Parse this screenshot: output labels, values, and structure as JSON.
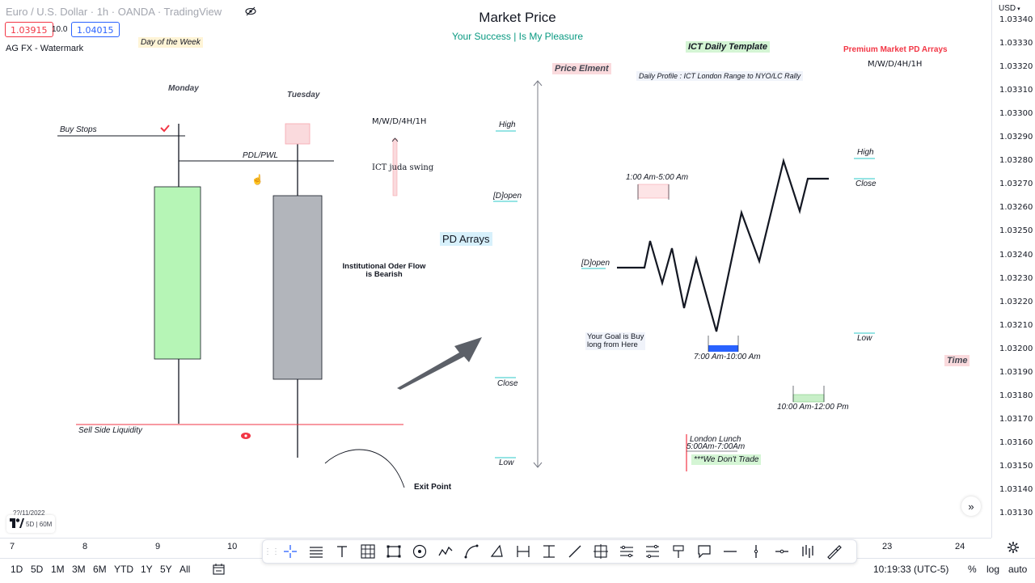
{
  "header": {
    "symbol": "Euro / U.S. Dollar · 1h · OANDA · TradingView",
    "bid": "1.03915",
    "spread": "10.0",
    "ask": "1.04015",
    "watermark": "AG FX - Watermark",
    "title": "Market Price",
    "subtitle": "Your Success | Is My Pleasure"
  },
  "annotations": {
    "day_of_week": "Day of the Week",
    "monday": "Monday",
    "tuesday": "Tuesday",
    "buy_stops": "Buy Stops",
    "pdl_pwl": "PDL/PWL",
    "mwd_left": "M/W/D/4H/1H",
    "juda_swing": "ICT juda swing",
    "iof": "Institutional Oder Flow\nis Bearish",
    "sell_side": "Sell Side Liquidity",
    "exit_point": "Exit Point",
    "pd_arrays": "PD Arrays",
    "price_element": "Price Elment",
    "high_left": "High",
    "dopen_left": "[D]open",
    "close_left": "Close",
    "low_left": "Low",
    "ict_daily": "ICT Daily Template",
    "daily_profile": "Daily Profile : ICT London Range  to NYO/LC Rally",
    "premium": "Premium Market PD Arrays",
    "mwd_right": "M/W/D/4H/1H",
    "high_right": "High",
    "close_right": "Close",
    "low_right": "Low",
    "time": "Time",
    "session_1": "1:00 Am-5:00 Am",
    "dopen_right": "[D]open",
    "goal": "Your Goal is Buy\nlong from Here",
    "session_2": "7:00 Am-10:00 Am",
    "session_3": "10:00 Am-12:00 Pm",
    "london_lunch": "London Lunch",
    "lunch_time": "5:00Am-7:00Am",
    "no_trade": "***We Don't Trade",
    "date_partial": "??/11/2022",
    "tv_interval": "5D | 60M"
  },
  "price_axis": {
    "currency": "USD",
    "ticks": [
      "1.03340",
      "1.03330",
      "1.03320",
      "1.03310",
      "1.03300",
      "1.03290",
      "1.03280",
      "1.03270",
      "1.03260",
      "1.03250",
      "1.03240",
      "1.03230",
      "1.03220",
      "1.03210",
      "1.03200",
      "1.03190",
      "1.03180",
      "1.03170",
      "1.03160",
      "1.03150",
      "1.03140",
      "1.03130"
    ]
  },
  "time_axis": {
    "ticks": [
      "7",
      "8",
      "9",
      "10",
      "23",
      "24"
    ]
  },
  "bottom_bar": {
    "timeframes": [
      "1D",
      "5D",
      "1M",
      "3M",
      "6M",
      "YTD",
      "1Y",
      "5Y",
      "All"
    ],
    "clock": "10:19:33 (UTC-5)",
    "percent": "%",
    "log": "log",
    "auto": "auto"
  },
  "colors": {
    "bull_candle": "#b6f5b6",
    "bear_candle": "#b2b5bb",
    "accent_blue": "#2962ff",
    "red": "#f23645",
    "teal": "#089981"
  }
}
